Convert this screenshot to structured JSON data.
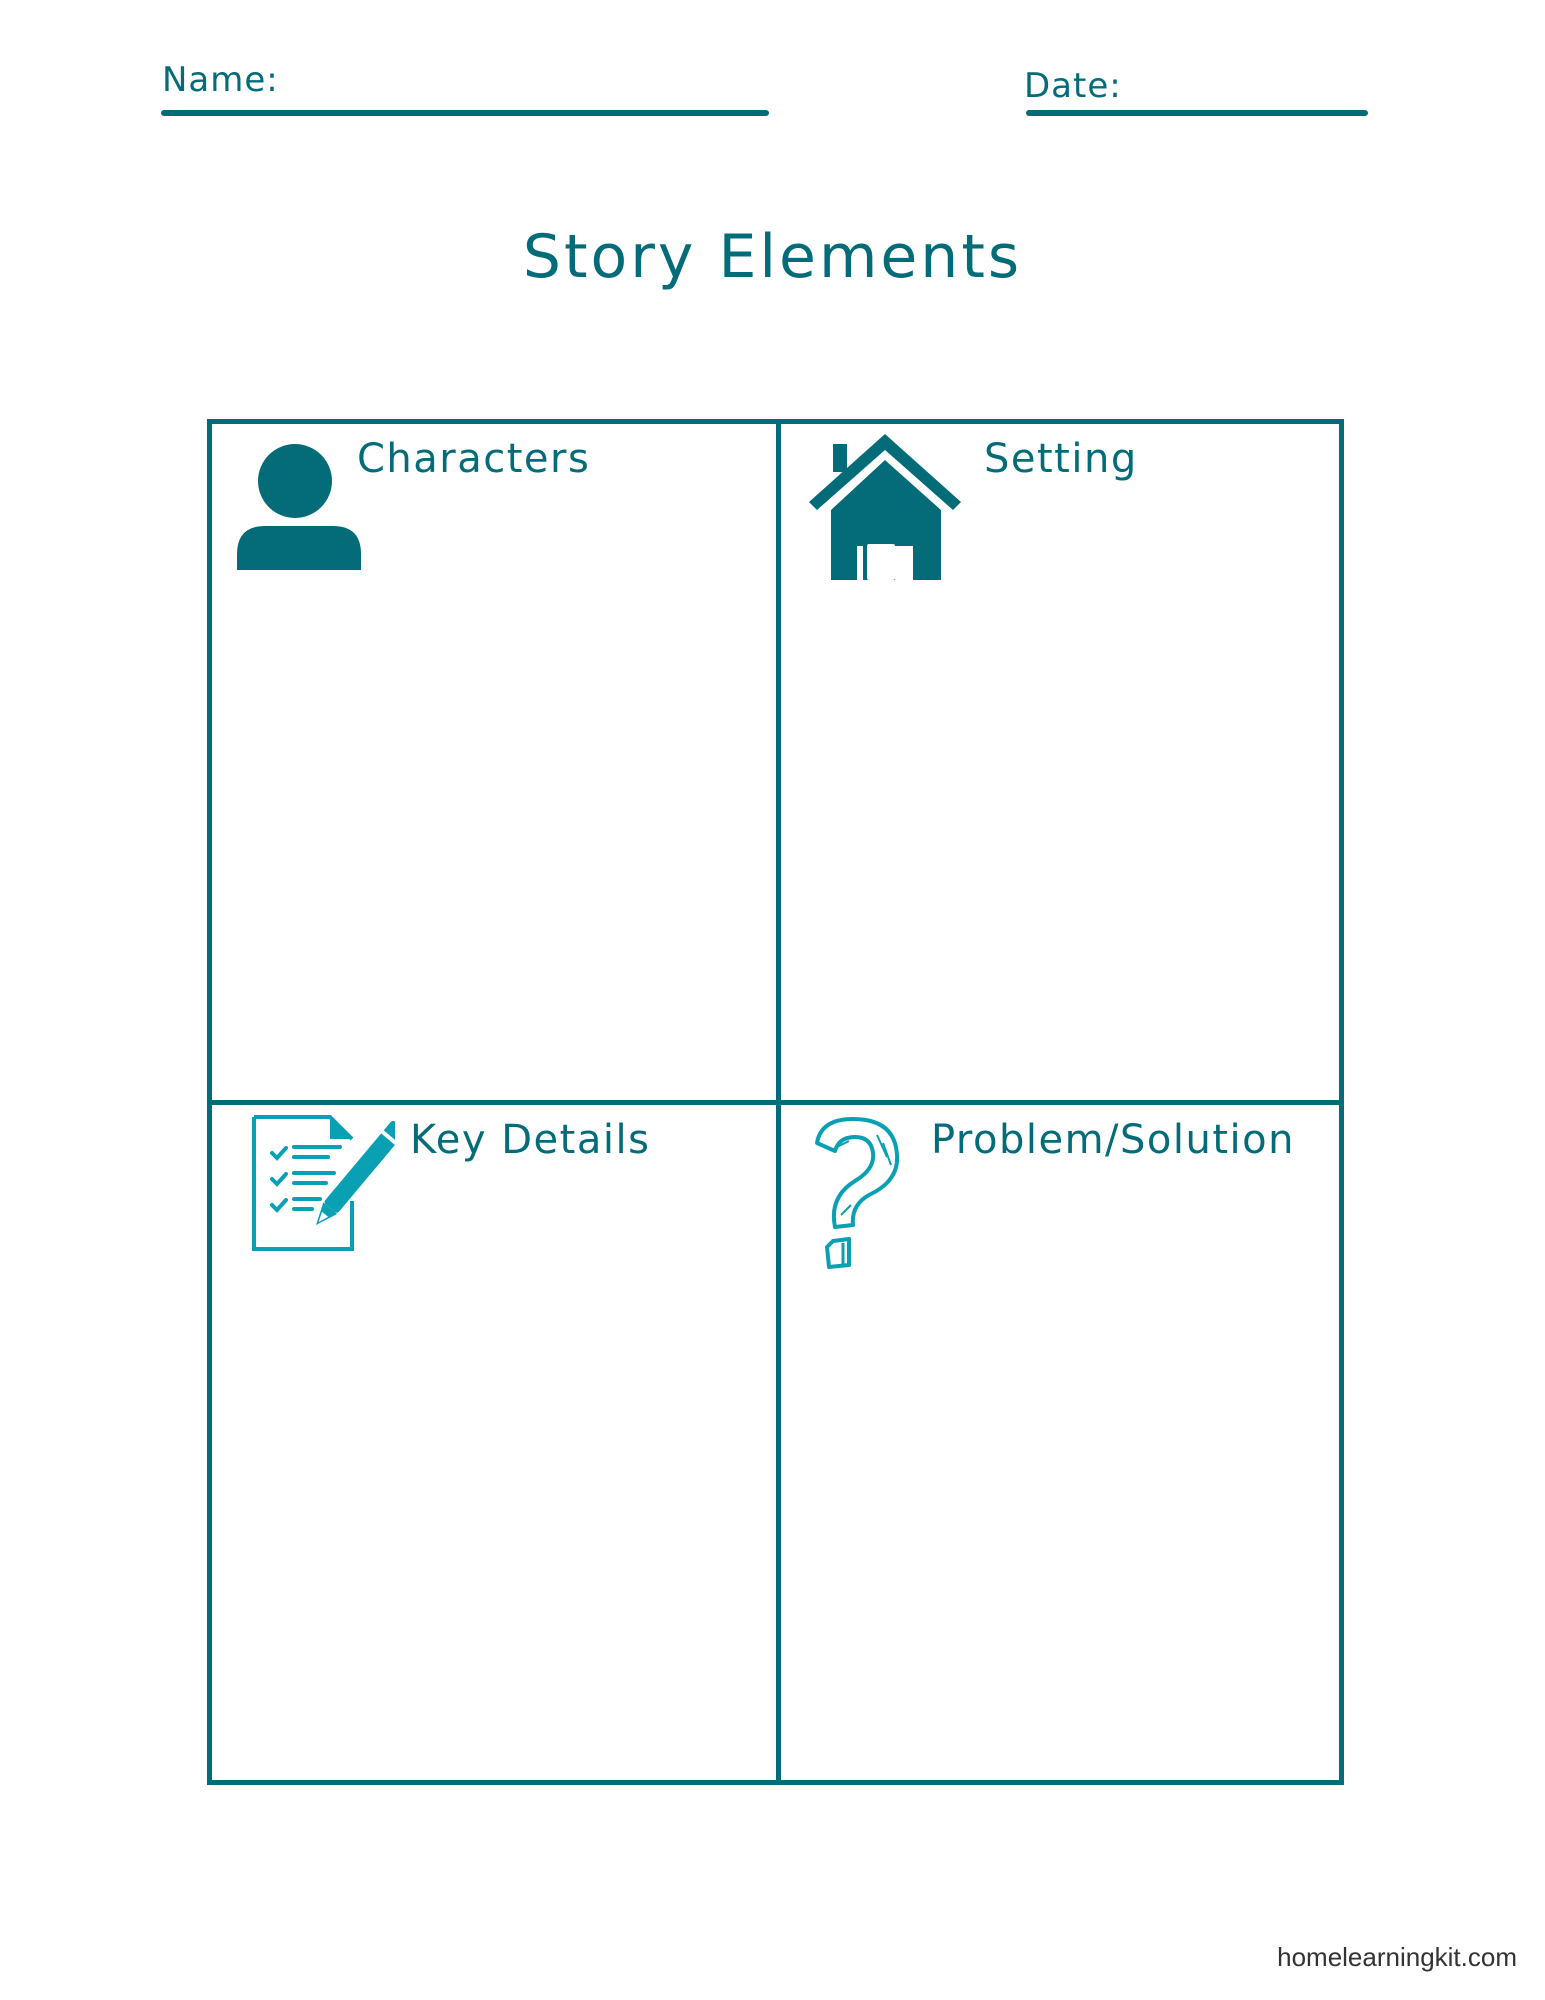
{
  "header": {
    "name_label": "Name:",
    "date_label": "Date:"
  },
  "title": "Story Elements",
  "colors": {
    "primary": "#036c78",
    "icon_light": "#0aa0b4",
    "footer_text": "#333333"
  },
  "cells": [
    {
      "label": "Characters",
      "icon": "person-icon"
    },
    {
      "label": "Setting",
      "icon": "house-icon"
    },
    {
      "label": "Key Details",
      "icon": "checklist-pencil-icon"
    },
    {
      "label": "Problem/Solution",
      "icon": "question-mark-icon"
    }
  ],
  "footer": {
    "site": "homelearningkit.com"
  }
}
